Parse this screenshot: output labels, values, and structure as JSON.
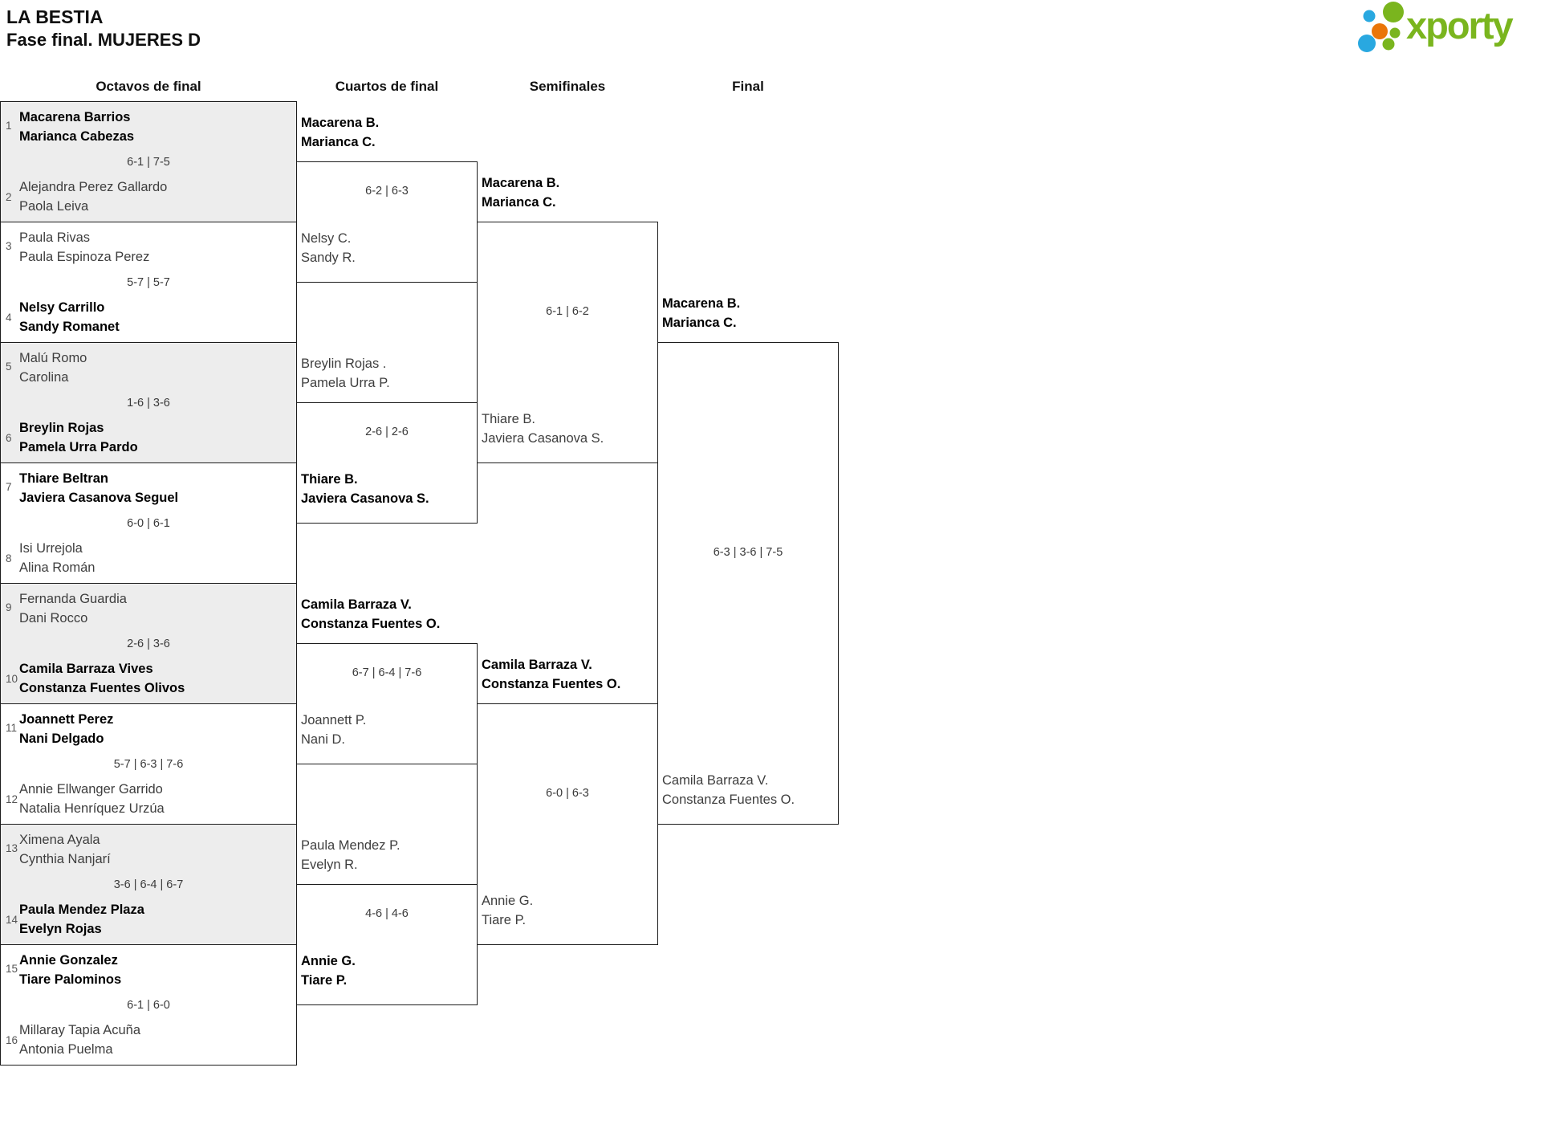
{
  "header": {
    "title": "LA BESTIA",
    "subtitle": "Fase final. MUJERES D"
  },
  "logo": {
    "text": "xporty"
  },
  "colors": {
    "logo_green": "#7ab51e",
    "logo_blue": "#29a8e0",
    "logo_orange": "#ea7509",
    "match_alt_bg": "#ededed",
    "line": "#1c1c1c"
  },
  "rounds": {
    "r16": "Octavos de final",
    "qf": "Cuartos de final",
    "sf": "Semifinales",
    "f": "Final"
  },
  "r16": [
    {
      "top": {
        "seed": "1",
        "p1": "Macarena Barrios",
        "p2": "Marianca Cabezas",
        "winner": true
      },
      "bottom": {
        "seed": "2",
        "p1": "Alejandra Perez Gallardo",
        "p2": "Paola Leiva",
        "winner": false
      },
      "score": "6-1 | 7-5"
    },
    {
      "top": {
        "seed": "3",
        "p1": "Paula Rivas",
        "p2": "Paula Espinoza Perez",
        "winner": false
      },
      "bottom": {
        "seed": "4",
        "p1": "Nelsy Carrillo",
        "p2": "Sandy Romanet",
        "winner": true
      },
      "score": "5-7 | 5-7"
    },
    {
      "top": {
        "seed": "5",
        "p1": "Malú Romo",
        "p2": "Carolina",
        "winner": false
      },
      "bottom": {
        "seed": "6",
        "p1": "Breylin Rojas",
        "p2": "Pamela Urra Pardo",
        "winner": true
      },
      "score": "1-6 | 3-6"
    },
    {
      "top": {
        "seed": "7",
        "p1": "Thiare Beltran",
        "p2": "Javiera Casanova Seguel",
        "winner": true
      },
      "bottom": {
        "seed": "8",
        "p1": "Isi Urrejola",
        "p2": "Alina Román",
        "winner": false
      },
      "score": "6-0 | 6-1"
    },
    {
      "top": {
        "seed": "9",
        "p1": "Fernanda Guardia",
        "p2": "Dani Rocco",
        "winner": false
      },
      "bottom": {
        "seed": "10",
        "p1": "Camila Barraza Vives",
        "p2": "Constanza Fuentes Olivos",
        "winner": true
      },
      "score": "2-6 | 3-6"
    },
    {
      "top": {
        "seed": "11",
        "p1": "Joannett Perez",
        "p2": "Nani Delgado",
        "winner": true
      },
      "bottom": {
        "seed": "12",
        "p1": "Annie Ellwanger Garrido",
        "p2": "Natalia Henríquez Urzúa",
        "winner": false
      },
      "score": "5-7 | 6-3 | 7-6"
    },
    {
      "top": {
        "seed": "13",
        "p1": "Ximena Ayala",
        "p2": "Cynthia Nanjarí",
        "winner": false
      },
      "bottom": {
        "seed": "14",
        "p1": "Paula Mendez Plaza",
        "p2": "Evelyn Rojas",
        "winner": true
      },
      "score": "3-6 | 6-4 | 6-7"
    },
    {
      "top": {
        "seed": "15",
        "p1": "Annie Gonzalez",
        "p2": "Tiare Palominos",
        "winner": true
      },
      "bottom": {
        "seed": "16",
        "p1": "Millaray Tapia Acuña",
        "p2": "Antonia Puelma",
        "winner": false
      },
      "score": "6-1 | 6-0"
    }
  ],
  "qf": [
    {
      "top": {
        "p1": "Macarena B.",
        "p2": "Marianca C.",
        "winner": true
      },
      "bottom": {
        "p1": "Nelsy C.",
        "p2": "Sandy R.",
        "winner": false
      },
      "score": "6-2 | 6-3"
    },
    {
      "top": {
        "p1": "Breylin Rojas .",
        "p2": "Pamela Urra P.",
        "winner": false
      },
      "bottom": {
        "p1": "Thiare B.",
        "p2": "Javiera Casanova S.",
        "winner": true
      },
      "score": "2-6 | 2-6"
    },
    {
      "top": {
        "p1": "Camila Barraza V.",
        "p2": "Constanza Fuentes O.",
        "winner": true
      },
      "bottom": {
        "p1": "Joannett P.",
        "p2": "Nani D.",
        "winner": false
      },
      "score": "6-7 | 6-4 | 7-6"
    },
    {
      "top": {
        "p1": "Paula Mendez P.",
        "p2": "Evelyn R.",
        "winner": false
      },
      "bottom": {
        "p1": "Annie G.",
        "p2": "Tiare P.",
        "winner": true
      },
      "score": "4-6 | 4-6"
    }
  ],
  "sf": [
    {
      "top": {
        "p1": "Macarena B.",
        "p2": "Marianca C.",
        "winner": true
      },
      "bottom": {
        "p1": "Thiare B.",
        "p2": "Javiera Casanova S.",
        "winner": false
      },
      "score": "6-1 | 6-2"
    },
    {
      "top": {
        "p1": "Camila Barraza V.",
        "p2": "Constanza Fuentes O.",
        "winner": true
      },
      "bottom": {
        "p1": "Annie G.",
        "p2": "Tiare P.",
        "winner": false
      },
      "score": "6-0 | 6-3"
    }
  ],
  "final": {
    "top": {
      "p1": "Macarena B.",
      "p2": "Marianca C.",
      "winner": true
    },
    "bottom": {
      "p1": "Camila Barraza V.",
      "p2": "Constanza Fuentes O.",
      "winner": false
    },
    "score": "6-3 | 3-6 | 7-5"
  }
}
